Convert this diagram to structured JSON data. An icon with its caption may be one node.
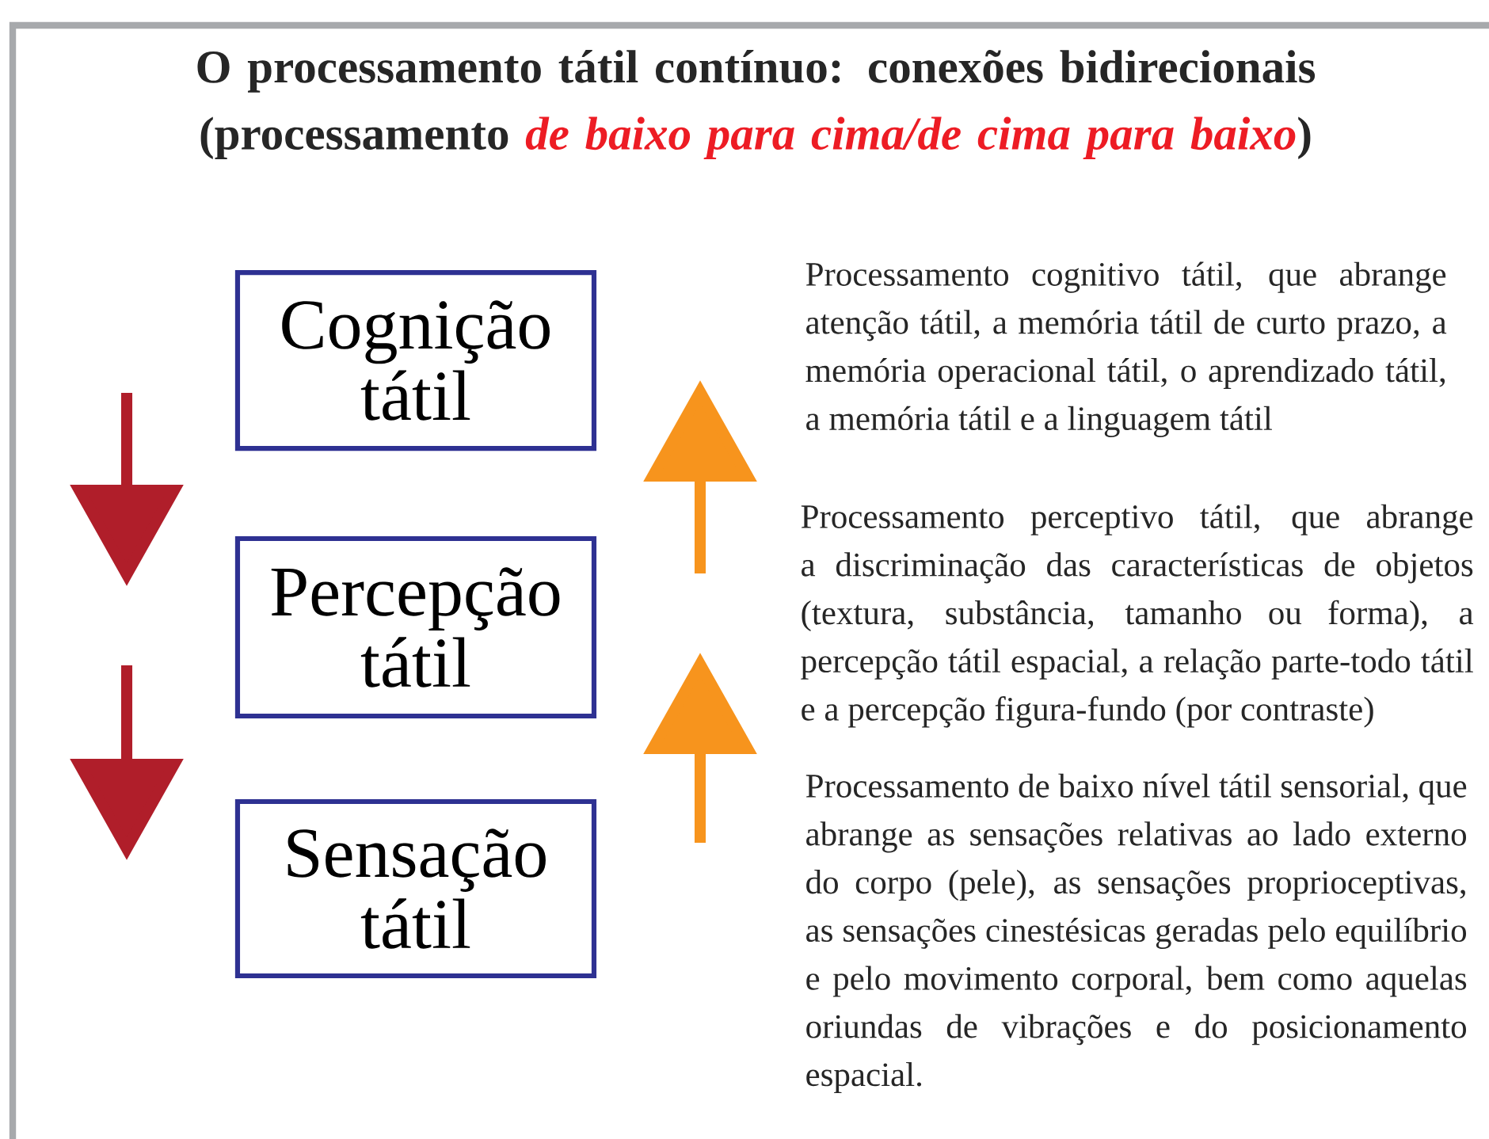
{
  "diagram": {
    "title": "O processamento tátil contínuo: conexões bidirecionais (processamento *de baixo para cima/de cima para baixo*)",
    "nodes": [
      {
        "text": [
          "Cognição tátil"
        ]
      },
      {
        "text": [
          "Percepção tátil"
        ]
      },
      {
        "text": [
          "Sensação tátil"
        ]
      }
    ],
    "labels": [
      "Processamento cognitivo tátil, que abrange atenção tátil, a memória tátil de curto prazo, a memória operacional tátil, o aprendizado tátil, a memória tátil e a linguagem tátil",
      "Processamento perceptivo tátil, que abrange a discriminação das características de objetos (textura, substância, tamanho ou forma), a percepção tátil espacial, a relação parte-todo tátil e a percepção figura-fundo (por contraste)",
      "Processamento de baixo nível tátil sensorial, que abrange as sensações relativas ao lado externo do corpo (pele), as sensações proprioceptivas, as sensações cinestésicas geradas pelo equilíbrio e pelo movimento corporal, bem como aquelas oriundas de vibrações e do posicionamento espacial."
    ]
  }
}
